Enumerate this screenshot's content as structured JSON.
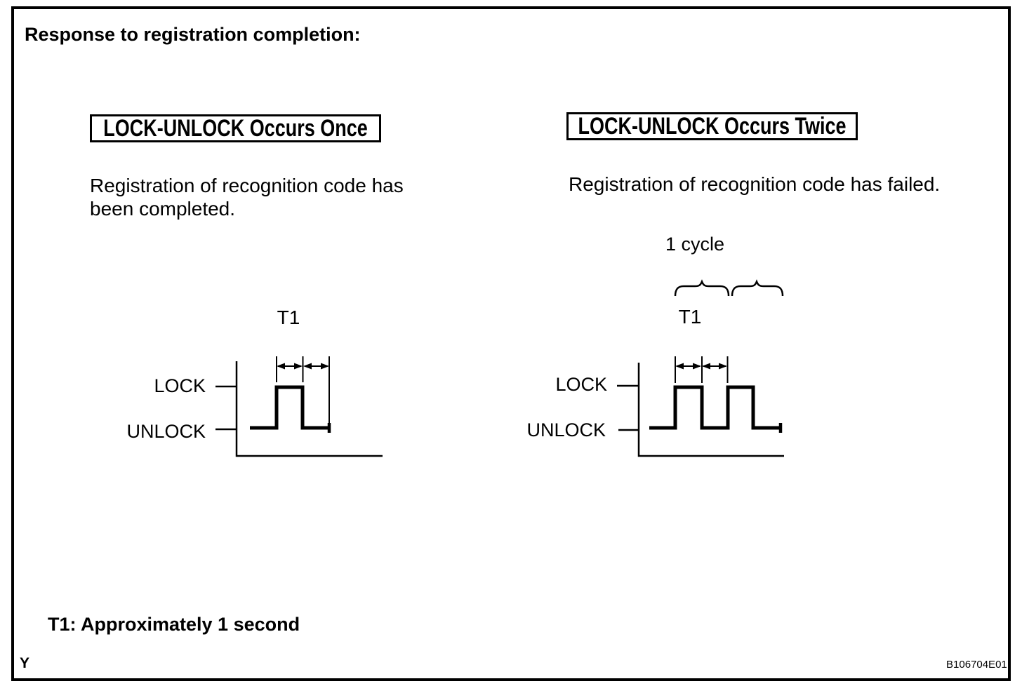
{
  "figure": {
    "title": "Response to registration completion:",
    "footnote": "T1: Approximately 1 second",
    "page_marker": "Y",
    "figure_code": "B106704E01",
    "colors": {
      "ink": "#000000",
      "paper": "#ffffff"
    }
  },
  "left_panel": {
    "header": "LOCK-UNLOCK Occurs Once",
    "description_line1": "Registration of recognition code has",
    "description_line2": "been completed.",
    "t1_label": "T1",
    "lock_label": "LOCK",
    "unlock_label": "UNLOCK",
    "pulse_count": 1
  },
  "right_panel": {
    "header": "LOCK-UNLOCK Occurs Twice",
    "description_line1": "Registration of recognition code has failed.",
    "cycle_label": "1 cycle",
    "t1_label": "T1",
    "lock_label": "LOCK",
    "unlock_label": "UNLOCK",
    "pulse_count": 2
  }
}
